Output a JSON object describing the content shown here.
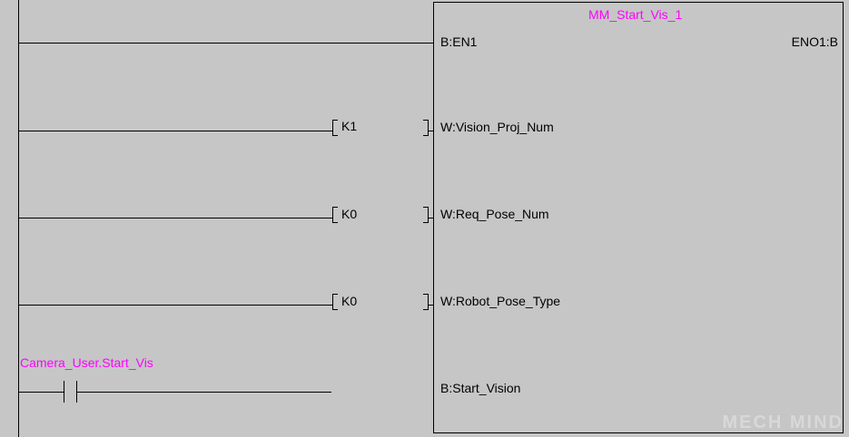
{
  "function_block": {
    "instance_name": "MM_Start_Vis_1",
    "output_pin": "ENO1:B",
    "inputs": [
      {
        "label": "B:EN1"
      },
      {
        "label": "W:Vision_Proj_Num",
        "constant": "K1"
      },
      {
        "label": "W:Req_Pose_Num",
        "constant": "K0"
      },
      {
        "label": "W:Robot_Pose_Type",
        "constant": "K0"
      },
      {
        "label": "B:Start_Vision"
      }
    ]
  },
  "contact": {
    "device_label": "Camera_User.Start_Vis"
  },
  "watermark": "MECH MIND",
  "colors": {
    "background": "#c6c6c6",
    "device_comment": "#ff00ff"
  }
}
